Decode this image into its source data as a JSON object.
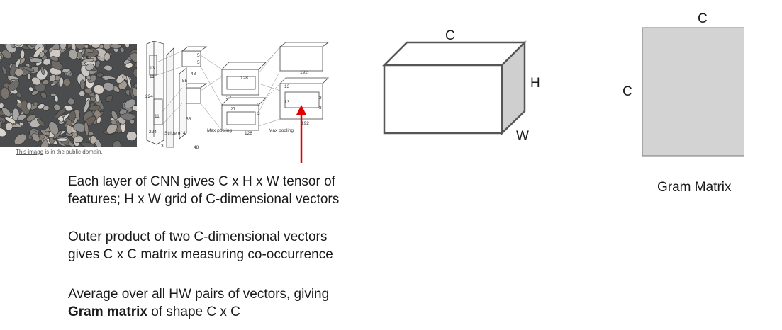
{
  "photo": {
    "caption_link": "This image",
    "caption_rest": " is in the public domain."
  },
  "cnn_diagram": {
    "labels": [
      "224",
      "224",
      "13",
      "11",
      "11",
      "Stride of 4",
      "3",
      "55",
      "55",
      "5",
      "5",
      "48",
      "48",
      "27",
      "128",
      "128",
      "27",
      "3",
      "3",
      "13",
      "13",
      "192",
      "192",
      "3",
      "3",
      "Max pooling",
      "Max pooling"
    ]
  },
  "tensor": {
    "label_c": "C",
    "label_h": "H",
    "label_w": "W"
  },
  "gram": {
    "label_top": "C",
    "label_left": "C",
    "title": "Gram Matrix",
    "fill_color": "#d3d3d3"
  },
  "arrow_color": "#e00000",
  "paragraphs": {
    "p1_line1": "Each layer of CNN gives C x H x W tensor of",
    "p1_line2": "features; H x W grid of C-dimensional vectors",
    "p2_line1": "Outer product of two C-dimensional vectors",
    "p2_line2": "gives C x C matrix measuring co-occurrence",
    "p3_line1": "Average over all HW pairs of vectors, giving",
    "p3_bold": "Gram matrix",
    "p3_rest": " of shape C x C"
  }
}
